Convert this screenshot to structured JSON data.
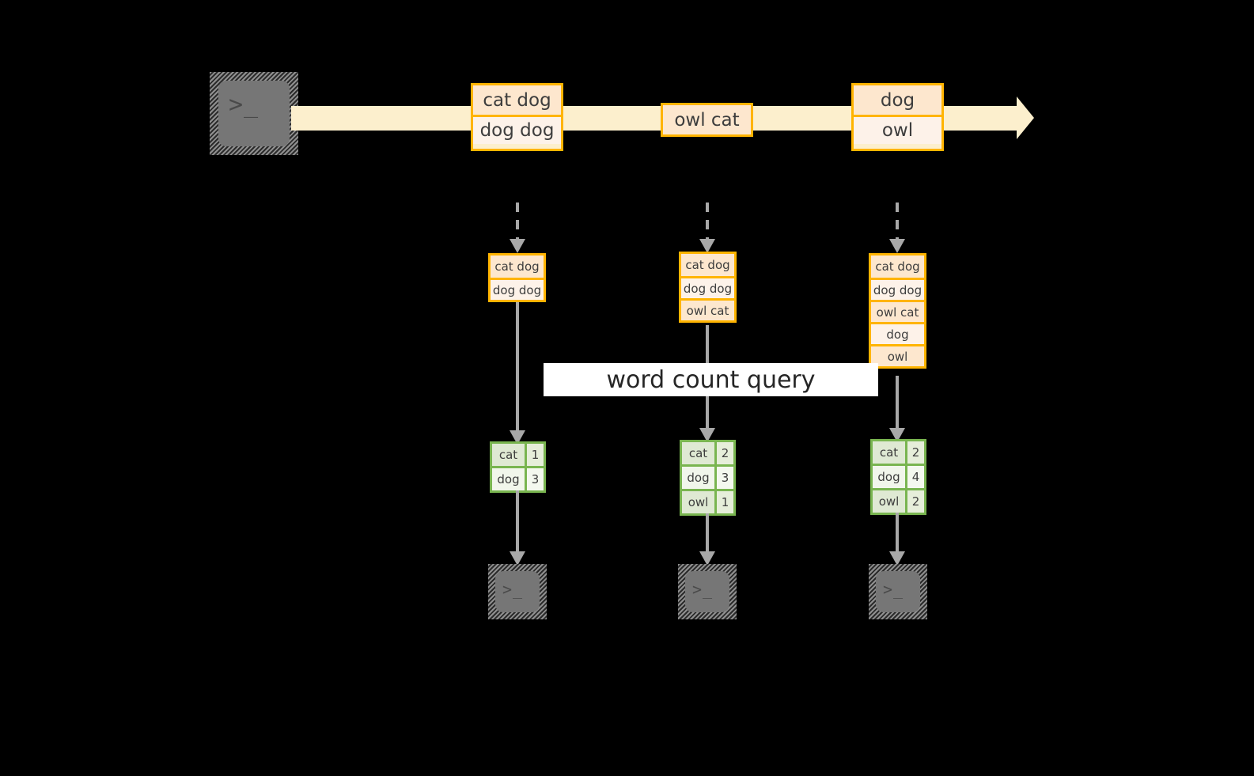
{
  "diagram": {
    "title_label": "word count query",
    "colors": {
      "stream_fill": "#fcefcd",
      "record_border": "#ffb400",
      "record_shade_a": "#fde7ce",
      "record_shade_b": "#fdf2e9",
      "result_border": "#79b550",
      "result_shade_a": "#dfe9d3",
      "result_shade_b": "#f1f6eb",
      "connector": "#a8a8a8",
      "terminal_fill": "#767676",
      "background": "#000000"
    },
    "source_terminal": {
      "glyph": ">_"
    },
    "stream_records": [
      {
        "lines": [
          "cat dog",
          "dog dog"
        ]
      },
      {
        "lines": [
          "owl cat"
        ]
      },
      {
        "lines": [
          "dog",
          "owl"
        ]
      }
    ],
    "columns": [
      {
        "buffer": [
          "cat dog",
          "dog dog"
        ],
        "results": {
          "rows": [
            {
              "word": "cat",
              "count": "1"
            },
            {
              "word": "dog",
              "count": "3"
            }
          ]
        },
        "sink_terminal": {
          "glyph": ">_"
        }
      },
      {
        "buffer": [
          "cat dog",
          "dog dog",
          "owl cat"
        ],
        "results": {
          "rows": [
            {
              "word": "cat",
              "count": "2"
            },
            {
              "word": "dog",
              "count": "3"
            },
            {
              "word": "owl",
              "count": "1"
            }
          ]
        },
        "sink_terminal": {
          "glyph": ">_"
        }
      },
      {
        "buffer": [
          "cat dog",
          "dog dog",
          "owl cat",
          "dog",
          "owl"
        ],
        "results": {
          "rows": [
            {
              "word": "cat",
              "count": "2"
            },
            {
              "word": "dog",
              "count": "4"
            },
            {
              "word": "owl",
              "count": "2"
            }
          ]
        },
        "sink_terminal": {
          "glyph": ">_"
        }
      }
    ]
  }
}
